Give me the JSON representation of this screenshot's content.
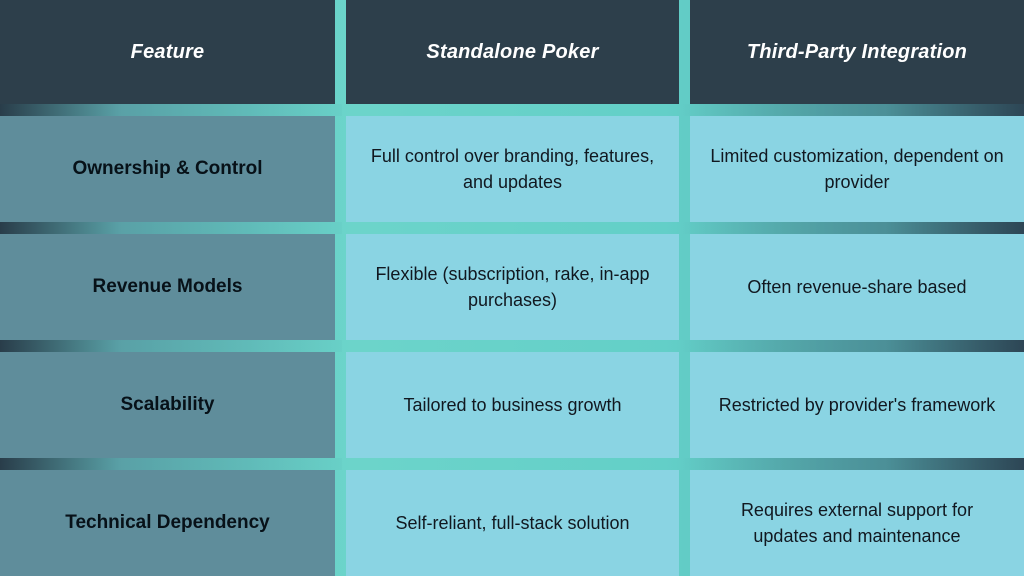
{
  "table": {
    "headers": [
      "Feature",
      "Standalone Poker",
      "Third-Party Integration"
    ],
    "rows": [
      {
        "feature": "Ownership & Control",
        "standalone": "Full control over branding, features, and updates",
        "third_party": "Limited customization, dependent on provider"
      },
      {
        "feature": "Revenue Models",
        "standalone": "Flexible (subscription, rake, in-app purchases)",
        "third_party": "Often revenue-share based"
      },
      {
        "feature": "Scalability",
        "standalone": "Tailored to business growth",
        "third_party": "Restricted by provider's framework"
      },
      {
        "feature": "Technical Dependency",
        "standalone": "Self-reliant, full-stack solution",
        "third_party": "Requires external support for updates and maintenance"
      }
    ]
  },
  "colors": {
    "header_background": "#2d3f4b",
    "feature_column_background": "#5f8d9b",
    "value_cell_background": "#8ad4e3",
    "gridline_teal": "#62c9c4"
  }
}
